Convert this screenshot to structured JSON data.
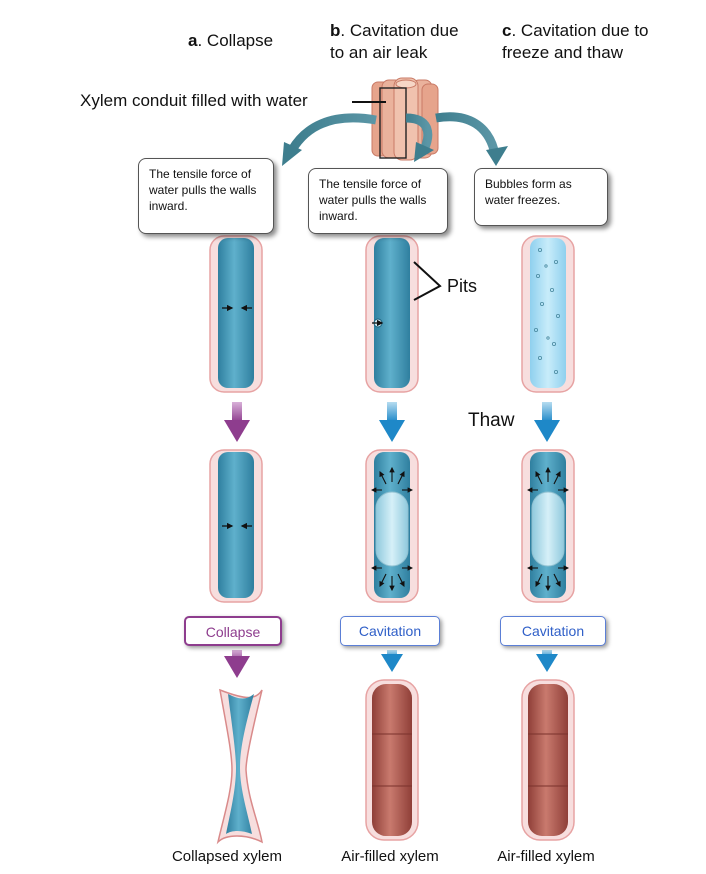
{
  "columns": {
    "a": {
      "letter": "a",
      "title_rest": ". Collapse"
    },
    "b": {
      "letter": "b",
      "title_line1": ". Cavitation due",
      "title_line2": "to an air leak"
    },
    "c": {
      "letter": "c",
      "title_line1": ". Cavitation due to",
      "title_line2": "freeze and thaw"
    }
  },
  "top_label": "Xylem conduit filled with water",
  "callouts": {
    "a": "The tensile force of water pulls the walls inward.",
    "b": "The tensile force of water pulls the walls inward.",
    "c": "Bubbles form as water freezes."
  },
  "pits_label": "Pits",
  "thaw_label": "Thaw",
  "stage_labels": {
    "a": "Collapse",
    "b": "Cavitation",
    "c": "Cavitation"
  },
  "bottom_labels": {
    "a": "Collapsed xylem",
    "b": "Air-filled xylem",
    "c": "Air-filled xylem"
  },
  "colors": {
    "collapse_purple": "#8e3d8e",
    "cavitation_blue": "#1e88c8",
    "water_blue": "#3d95b5",
    "ice_blue": "#a9dcf2",
    "air_red": "#a5544b",
    "wall_pink": "#e7a3a3"
  }
}
